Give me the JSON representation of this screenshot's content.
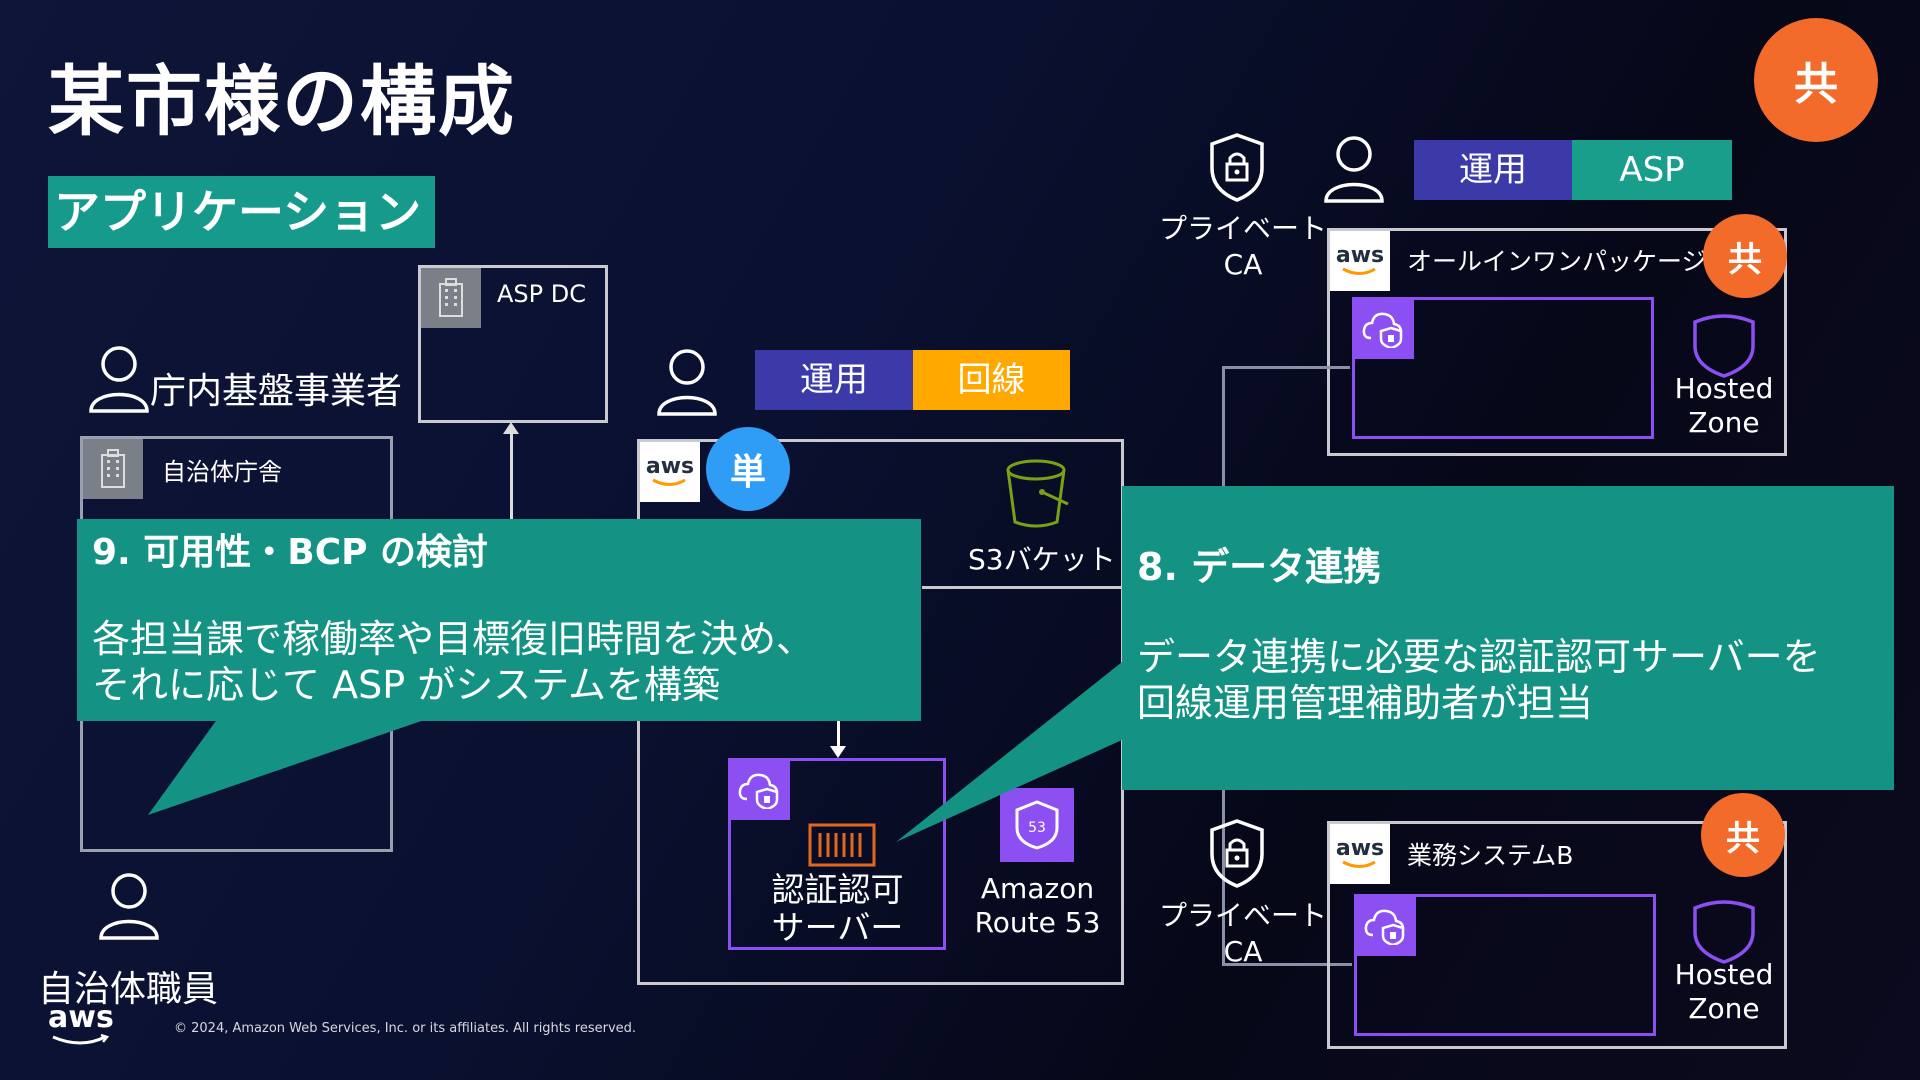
{
  "title": "某市様の構成",
  "section_label": "アプリケーション",
  "badges": {
    "shared": "共",
    "single": "単"
  },
  "left": {
    "asp_dc": "ASP DC",
    "contractor": "庁内基盤事業者",
    "office": "自治体庁舎",
    "staff": "自治体職員"
  },
  "center": {
    "ops_tag": "運用",
    "line_tag": "回線",
    "s3": "S3バケット",
    "auth_server_l1": "認証認可",
    "auth_server_l2": "サーバー",
    "route53_l1": "Amazon",
    "route53_l2": "Route 53"
  },
  "right_top": {
    "private_ca_l1": "プライベート",
    "private_ca_l2": "CA",
    "ops_tag": "運用",
    "asp_tag": "ASP",
    "package": "オールインワンパッケージ",
    "hosted_l1": "Hosted",
    "hosted_l2": "Zone"
  },
  "right_bottom": {
    "private_ca_l1": "プライベート",
    "private_ca_l2": "CA",
    "system_b": "業務システムB",
    "hosted_l1": "Hosted",
    "hosted_l2": "Zone"
  },
  "callout9": {
    "heading": "9. 可用性・BCP の検討",
    "line1": "各担当課で稼働率や目標復旧時間を決め、",
    "line2": "それに応じて ASP がシステムを構築"
  },
  "callout8": {
    "heading": "8. データ連携",
    "line1": "データ連携に必要な認証認可サーバーを",
    "line2": "回線運用管理補助者が担当"
  },
  "footer": {
    "aws_logo": "aws",
    "copyright": "© 2024, Amazon Web Services, Inc. or its affiliates. All rights reserved."
  },
  "colors": {
    "teal": "#149384",
    "orange": "#f26b2a",
    "blue": "#2f9cf5",
    "indigo": "#3b3aa8",
    "amber": "#ffa800",
    "purple": "#8c4ff2"
  },
  "icons": [
    "person-icon",
    "building-icon",
    "aws-logo-icon",
    "cloud-shield-icon",
    "bucket-icon",
    "route53-icon",
    "lock-shield-icon",
    "hosted-zone-icon",
    "server-icon"
  ]
}
